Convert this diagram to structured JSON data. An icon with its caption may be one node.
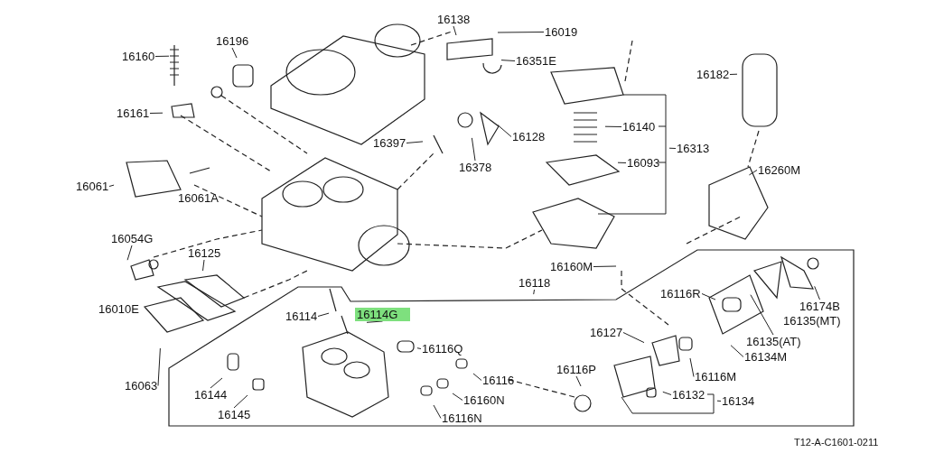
{
  "diagram": {
    "nodes": [
      {
        "text": [
          "16160"
        ]
      },
      {
        "text": [
          "16196"
        ]
      },
      {
        "text": [
          "16161"
        ]
      },
      {
        "text": [
          "16138"
        ]
      },
      {
        "text": [
          "16019"
        ]
      },
      {
        "text": [
          "16351E"
        ]
      },
      {
        "text": [
          "16397"
        ]
      },
      {
        "text": [
          "16128"
        ]
      },
      {
        "text": [
          "16378"
        ]
      },
      {
        "text": [
          "16140"
        ]
      },
      {
        "text": [
          "16093"
        ]
      },
      {
        "text": [
          "16313"
        ]
      },
      {
        "text": [
          "16182"
        ]
      },
      {
        "text": [
          "16260M"
        ]
      },
      {
        "text": [
          "16061"
        ]
      },
      {
        "text": [
          "16054G"
        ]
      },
      {
        "text": [
          "16125"
        ]
      },
      {
        "text": [
          "16063"
        ]
      },
      {
        "text": [
          "16160M"
        ]
      },
      {
        "text": [
          "16118"
        ]
      },
      {
        "text": [
          "16114"
        ]
      },
      {
        "text": [
          "16114G"
        ]
      },
      {
        "text": [
          "16116Q"
        ]
      },
      {
        "text": [
          "16144"
        ]
      },
      {
        "text": [
          "16145"
        ]
      },
      {
        "text": [
          "16116"
        ]
      },
      {
        "text": [
          "16116N"
        ]
      },
      {
        "text": [
          "16160N"
        ]
      },
      {
        "text": [
          "16127"
        ]
      },
      {
        "text": [
          "16116P"
        ]
      },
      {
        "text": [
          "16116R"
        ]
      },
      {
        "text": [
          "16116M"
        ]
      },
      {
        "text": [
          "16134M"
        ]
      },
      {
        "text": [
          "16135(AT)"
        ]
      },
      {
        "text": [
          "16174B"
        ]
      },
      {
        "text": [
          "16132"
        ]
      },
      {
        "text": [
          "16134"
        ]
      }
    ],
    "edges": [
      {
        "from": 0,
        "to": null,
        "arrow": "none"
      },
      {
        "from": 1,
        "to": null,
        "arrow": "none"
      },
      {
        "from": 2,
        "to": null,
        "arrow": "none"
      },
      {
        "from": 3,
        "to": null,
        "arrow": "none"
      },
      {
        "from": 4,
        "to": null,
        "arrow": "none"
      },
      {
        "from": 5,
        "to": null,
        "arrow": "none"
      },
      {
        "from": 6,
        "to": null,
        "arrow": "none"
      },
      {
        "from": 7,
        "to": null,
        "arrow": "none"
      },
      {
        "from": 8,
        "to": null,
        "arrow": "none"
      },
      {
        "from": 9,
        "to": null,
        "arrow": "none"
      },
      {
        "from": 10,
        "to": null,
        "arrow": "none"
      },
      {
        "from": 11,
        "to": null,
        "arrow": "none"
      },
      {
        "from": 12,
        "to": null,
        "arrow": "none"
      },
      {
        "from": 13,
        "to": null,
        "arrow": "none"
      },
      {
        "from": 14,
        "to": null,
        "arrow": "none"
      },
      {
        "from": 15,
        "to": null,
        "arrow": "none"
      },
      {
        "from": 16,
        "to": null,
        "arrow": "none"
      },
      {
        "from": 17,
        "to": null,
        "arrow": "none"
      },
      {
        "from": 18,
        "to": null,
        "arrow": "none"
      },
      {
        "from": 19,
        "to": null,
        "arrow": "none"
      },
      {
        "from": 20,
        "to": null,
        "arrow": "none"
      },
      {
        "from": 21,
        "to": null,
        "arrow": "none"
      },
      {
        "from": 22,
        "to": null,
        "arrow": "none"
      },
      {
        "from": 23,
        "to": null,
        "arrow": "none"
      },
      {
        "from": 24,
        "to": null,
        "arrow": "none"
      },
      {
        "from": 25,
        "to": null,
        "arrow": "none"
      },
      {
        "from": 26,
        "to": null,
        "arrow": "none"
      },
      {
        "from": 27,
        "to": null,
        "arrow": "none"
      },
      {
        "from": 28,
        "to": null,
        "arrow": "none"
      },
      {
        "from": 29,
        "to": null,
        "arrow": "none"
      },
      {
        "from": 30,
        "to": null,
        "arrow": "none"
      },
      {
        "from": 31,
        "to": null,
        "arrow": "none"
      },
      {
        "from": 32,
        "to": null,
        "arrow": "none"
      },
      {
        "from": 33,
        "to": null,
        "arrow": "none"
      },
      {
        "from": 34,
        "to": null,
        "arrow": "none"
      },
      {
        "from": 35,
        "to": null,
        "arrow": "none"
      },
      {
        "from": 36,
        "to": null,
        "arrow": "none"
      }
    ],
    "labels": [
      "16061A",
      "16010E",
      "16135(MT)",
      "T12-A-C1601-0211"
    ]
  }
}
